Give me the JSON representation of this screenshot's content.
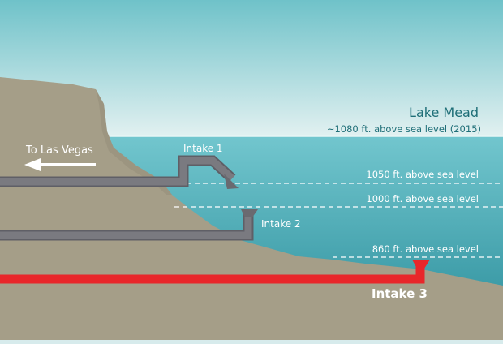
{
  "lake": {
    "name": "Lake Mead",
    "level_note": "~1080 ft. above sea level (2015)"
  },
  "direction_label": "To Las Vegas",
  "levels": [
    {
      "label": "1050 ft. above sea level"
    },
    {
      "label": "1000 ft. above sea level"
    },
    {
      "label": "860 ft. above sea level"
    }
  ],
  "intakes": [
    {
      "label": "Intake 1"
    },
    {
      "label": "Intake 2"
    },
    {
      "label": "Intake 3"
    }
  ],
  "colors": {
    "sky_top": "#6fc2c9",
    "sky_bottom": "#e3f1f1",
    "water_top": "#6ec4cc",
    "water_bottom": "#2c8f9c",
    "rock": "#a59e88",
    "rock_dark": "#8f8876",
    "pipe": "#7a7a80",
    "pipe_edge": "#5f5f66",
    "intake3_pipe": "#e8262a",
    "lake_text": "#1f6f78"
  }
}
